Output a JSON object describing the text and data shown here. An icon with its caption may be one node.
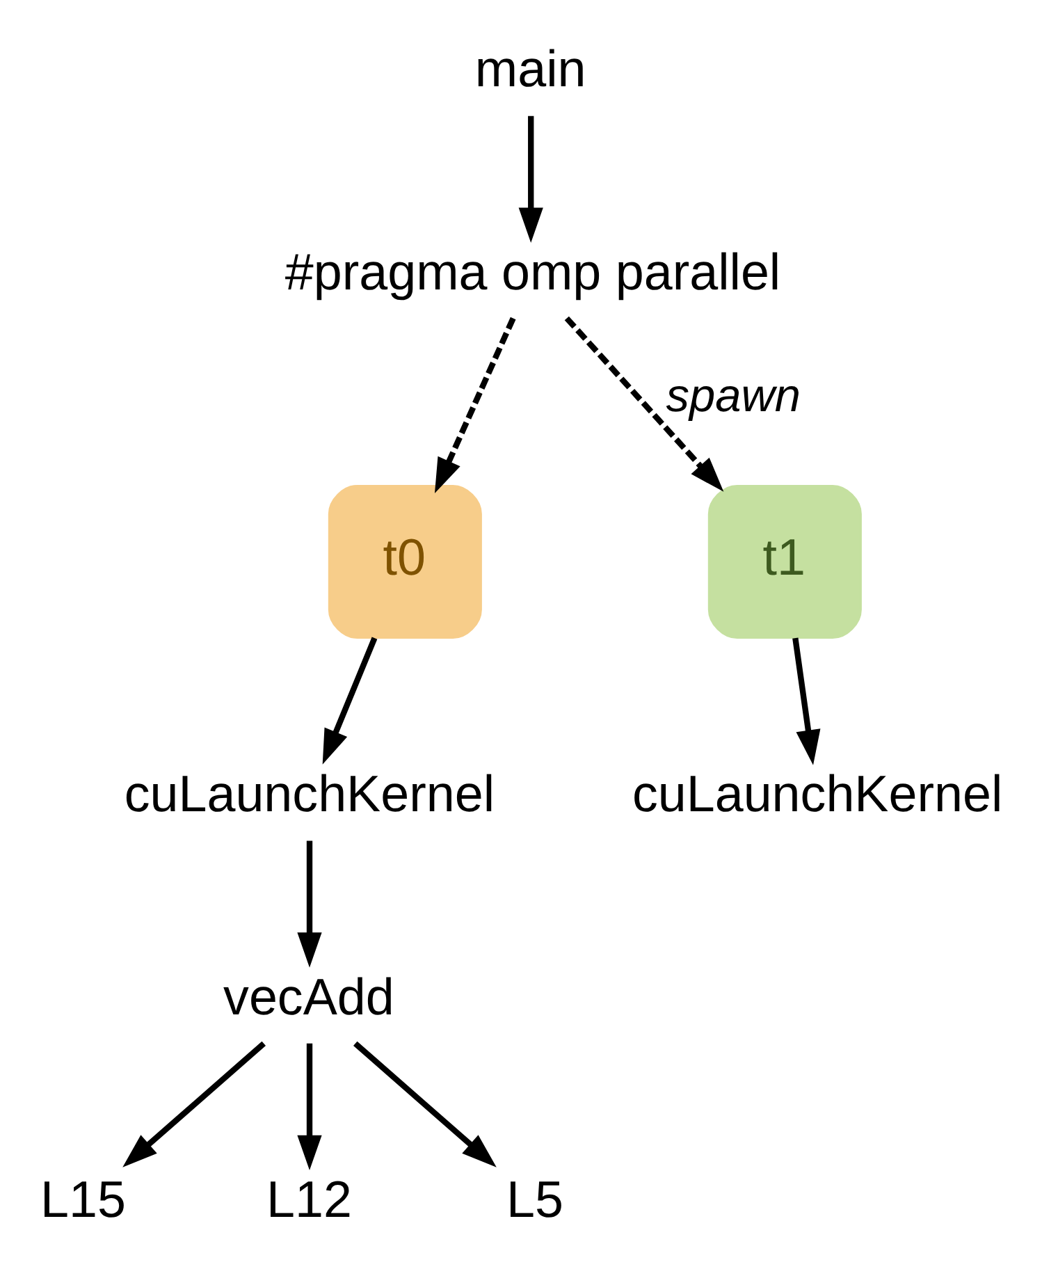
{
  "diagram": {
    "nodes": [
      {
        "text": [
          "main"
        ]
      },
      {
        "text": [
          "#pragma omp parallel"
        ]
      },
      {
        "text": [
          "t0"
        ]
      },
      {
        "text": [
          "t1"
        ]
      },
      {
        "text": [
          "cuLaunchKernel"
        ]
      },
      {
        "text": [
          "cuLaunchKernel"
        ]
      },
      {
        "text": [
          "vecAdd"
        ]
      },
      {
        "text": [
          "L15"
        ]
      },
      {
        "text": [
          "L12"
        ]
      },
      {
        "text": [
          "L5"
        ]
      }
    ],
    "edges": [
      {
        "from": 0,
        "to": 1,
        "arrow": "to"
      },
      {
        "from": 1,
        "to": 2,
        "arrow": "to",
        "style": "dashed"
      },
      {
        "from": 1,
        "to": 3,
        "arrow": "to",
        "style": "dashed",
        "label": "spawn"
      },
      {
        "from": 2,
        "to": 4,
        "arrow": "to"
      },
      {
        "from": 3,
        "to": 5,
        "arrow": "to"
      },
      {
        "from": 4,
        "to": 6,
        "arrow": "to"
      },
      {
        "from": 6,
        "to": 7,
        "arrow": "to"
      },
      {
        "from": 6,
        "to": 8,
        "arrow": "to"
      },
      {
        "from": 6,
        "to": 9,
        "arrow": "to"
      }
    ]
  }
}
